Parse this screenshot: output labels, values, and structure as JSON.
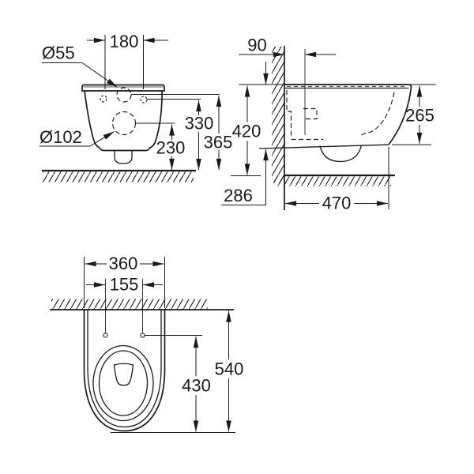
{
  "page": {
    "background": "#ffffff",
    "line_color": "#1a1a1a",
    "description": "Technical dimension drawing of a wall-hung WC, three orthographic views"
  },
  "views": {
    "front": {
      "dims": {
        "hole_spacing": "180",
        "inlet_diameter": "Ø55",
        "outlet_diameter": "Ø102",
        "hole_height": "330",
        "inlet_height": "365",
        "outlet_height": "230"
      }
    },
    "side": {
      "dims": {
        "inlet_wall_offset": "90",
        "rim_height": "420",
        "front_body_height": "265",
        "rear_body_height": "286",
        "bottom_depth": "470"
      }
    },
    "plan": {
      "dims": {
        "overall_width": "360",
        "hole_spacing": "155",
        "overall_depth": "540",
        "hole_to_front": "430"
      }
    }
  }
}
